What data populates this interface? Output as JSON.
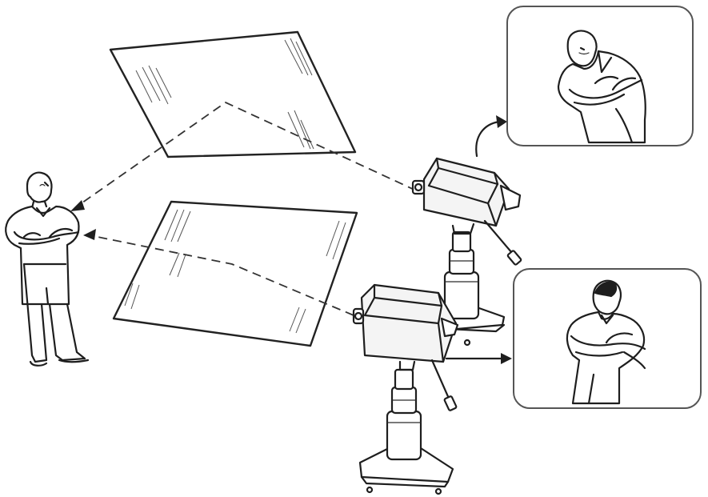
{
  "diagram": {
    "components": {
      "person": "person-figure",
      "mirrors": [
        "upper-mirror",
        "lower-mirror"
      ],
      "cameras": [
        "upper-camera",
        "lower-camera"
      ],
      "monitors": [
        "upper-monitor",
        "lower-monitor"
      ]
    },
    "colors": {
      "ink": "#1e1e1e",
      "background": "#ffffff",
      "monitor_frame": "#555555"
    }
  }
}
